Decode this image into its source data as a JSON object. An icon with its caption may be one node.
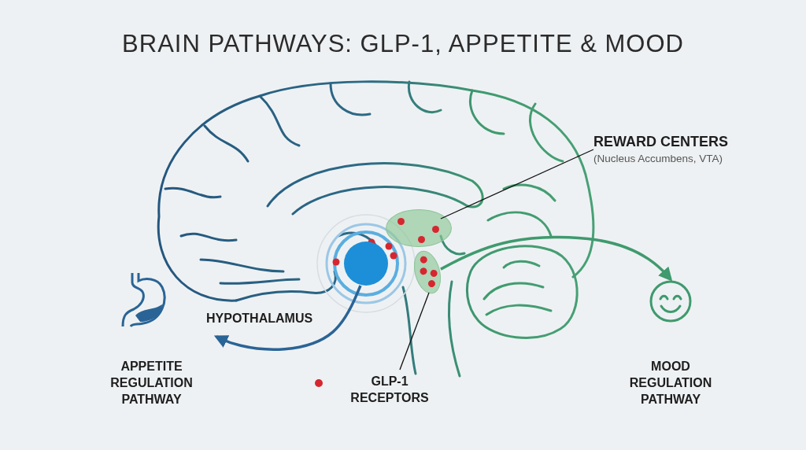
{
  "diagram": {
    "title": "BRAIN PATHWAYS: GLP-1, APPETITE & MOOD",
    "nodes": [
      {
        "text": [],
        "shape": "circle"
      },
      {
        "text": [
          "APPETITE REGULATION PATHWAY"
        ]
      },
      {
        "text": [],
        "shape": "ellipse"
      },
      {
        "text": [
          "REWARD CENTERS",
          "(Nucleus Accumbens, VTA)"
        ]
      },
      {
        "text": [],
        "shape": "ellipse"
      },
      {
        "text": [
          "GLP-1 RECEPTORS"
        ]
      },
      {
        "text": [
          "MOOD REGULATION PATHWAY"
        ]
      }
    ],
    "edges": [
      {
        "from": 0,
        "to": 1,
        "arrow": "to",
        "style": "thick",
        "color": "#2a6496"
      },
      {
        "from": 3,
        "to": 2,
        "arrow": "none"
      },
      {
        "from": 5,
        "to": 4,
        "arrow": "none"
      },
      {
        "from": 4,
        "to": 6,
        "arrow": "to",
        "style": "thick",
        "color": "#3f9a6e"
      }
    ],
    "labels": [
      "HYPOTHALAMUS"
    ]
  }
}
